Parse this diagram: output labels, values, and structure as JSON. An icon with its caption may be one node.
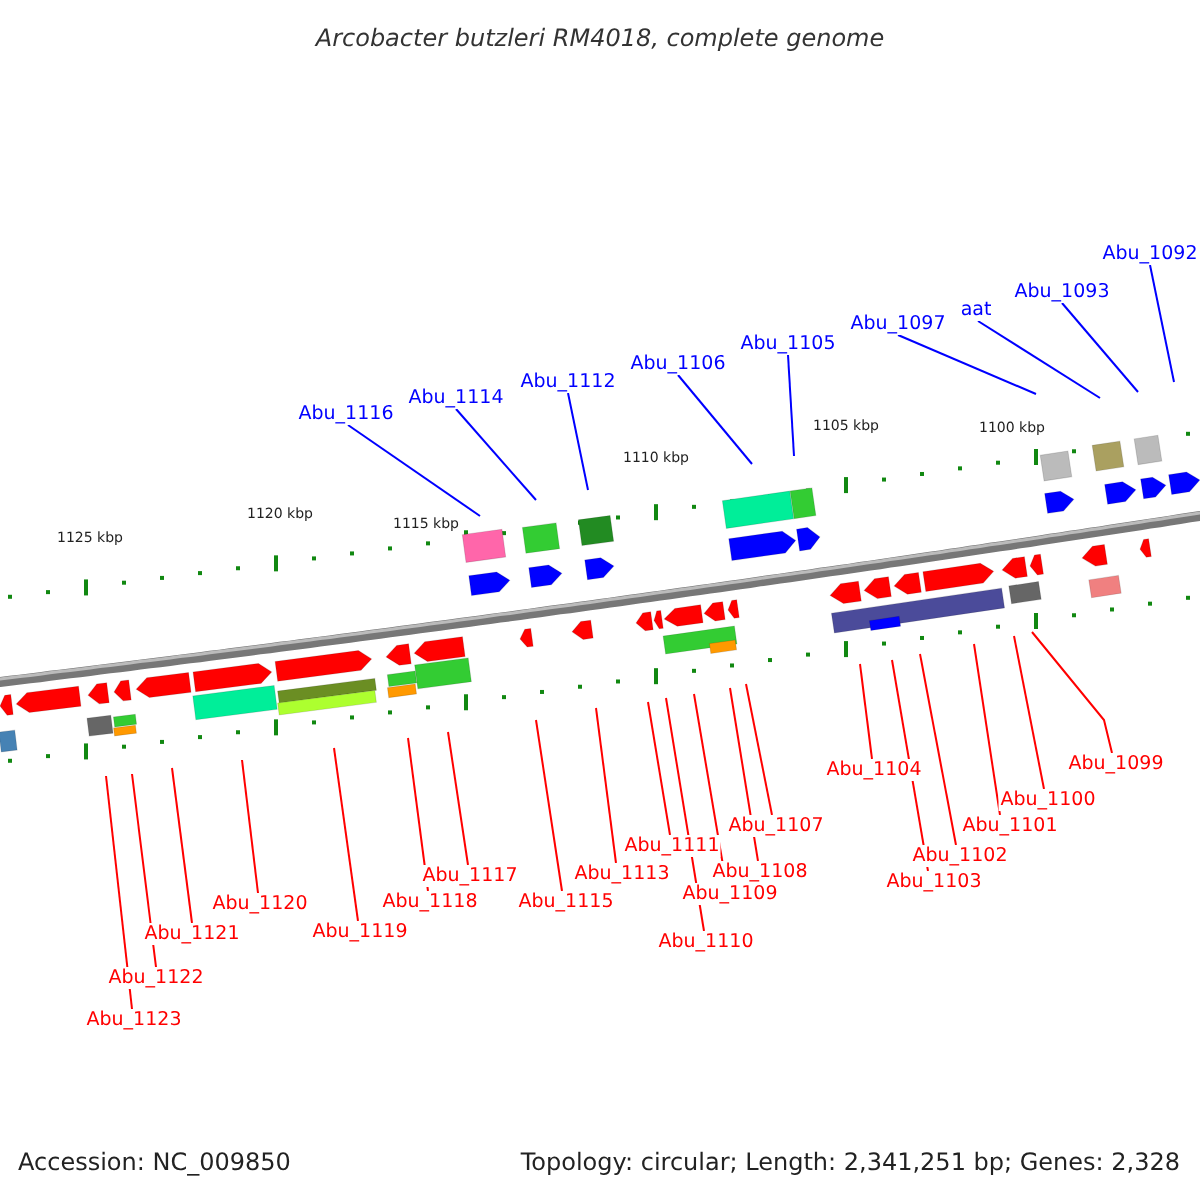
{
  "diagram": {
    "title": "Arcobacter butzleri RM4018, complete genome",
    "nodes": [
      {
        "text": [
          "Abu_1116"
        ]
      },
      {
        "text": [
          "Abu_1114"
        ]
      },
      {
        "text": [
          "Abu_1112"
        ]
      },
      {
        "text": [
          "Abu_1106"
        ]
      },
      {
        "text": [
          "Abu_1105"
        ]
      },
      {
        "text": [
          "Abu_1097"
        ]
      },
      {
        "text": [
          "aat"
        ]
      },
      {
        "text": [
          "Abu_1093"
        ]
      },
      {
        "text": [
          "Abu_1092"
        ]
      },
      {
        "text": [
          "Abu_1123"
        ]
      },
      {
        "text": [
          "Abu_1122"
        ]
      },
      {
        "text": [
          "Abu_1121"
        ]
      },
      {
        "text": [
          "Abu_1120"
        ]
      },
      {
        "text": [
          "Abu_1119"
        ]
      },
      {
        "text": [
          "Abu_1118"
        ]
      },
      {
        "text": [
          "Abu_1117"
        ]
      },
      {
        "text": [
          "Abu_1115"
        ]
      },
      {
        "text": [
          "Abu_1113"
        ]
      },
      {
        "text": [
          "Abu_1111"
        ]
      },
      {
        "text": [
          "Abu_1110"
        ]
      },
      {
        "text": [
          "Abu_1109"
        ]
      },
      {
        "text": [
          "Abu_1108"
        ]
      },
      {
        "text": [
          "Abu_1107"
        ]
      },
      {
        "text": [
          "Abu_1104"
        ]
      },
      {
        "text": [
          "Abu_1103"
        ]
      },
      {
        "text": [
          "Abu_1102"
        ]
      },
      {
        "text": [
          "Abu_1101"
        ]
      },
      {
        "text": [
          "Abu_1100"
        ]
      },
      {
        "text": [
          "Abu_1099"
        ]
      }
    ],
    "edges": [
      {
        "from": 0,
        "to": null,
        "arrow": "none",
        "color": "#0000ff"
      },
      {
        "from": 1,
        "to": null,
        "arrow": "none",
        "color": "#0000ff"
      },
      {
        "from": 2,
        "to": null,
        "arrow": "none",
        "color": "#0000ff"
      },
      {
        "from": 3,
        "to": null,
        "arrow": "none",
        "color": "#0000ff"
      },
      {
        "from": 4,
        "to": null,
        "arrow": "none",
        "color": "#0000ff"
      },
      {
        "from": 5,
        "to": null,
        "arrow": "none",
        "color": "#0000ff"
      },
      {
        "from": 6,
        "to": null,
        "arrow": "none",
        "color": "#0000ff"
      },
      {
        "from": 7,
        "to": null,
        "arrow": "none",
        "color": "#0000ff"
      },
      {
        "from": 8,
        "to": null,
        "arrow": "none",
        "color": "#0000ff"
      },
      {
        "from": 9,
        "to": null,
        "arrow": "none"
      },
      {
        "from": 10,
        "to": null,
        "arrow": "none"
      },
      {
        "from": 11,
        "to": null,
        "arrow": "none"
      },
      {
        "from": 12,
        "to": null,
        "arrow": "none"
      },
      {
        "from": 13,
        "to": null,
        "arrow": "none"
      },
      {
        "from": 14,
        "to": null,
        "arrow": "none"
      },
      {
        "from": 15,
        "to": null,
        "arrow": "none"
      },
      {
        "from": 16,
        "to": null,
        "arrow": "none"
      },
      {
        "from": 17,
        "to": null,
        "arrow": "none"
      },
      {
        "from": 18,
        "to": null,
        "arrow": "none"
      },
      {
        "from": 19,
        "to": null,
        "arrow": "none"
      },
      {
        "from": 20,
        "to": null,
        "arrow": "none"
      },
      {
        "from": 21,
        "to": null,
        "arrow": "none"
      },
      {
        "from": 22,
        "to": null,
        "arrow": "none"
      },
      {
        "from": 23,
        "to": null,
        "arrow": "none"
      },
      {
        "from": 24,
        "to": null,
        "arrow": "none"
      },
      {
        "from": 25,
        "to": null,
        "arrow": "none"
      },
      {
        "from": 26,
        "to": null,
        "arrow": "none"
      },
      {
        "from": 27,
        "to": null,
        "arrow": "none"
      },
      {
        "from": 28,
        "to": null,
        "arrow": "none"
      }
    ],
    "labels": [
      "1125 kbp",
      "1120 kbp",
      "1115 kbp",
      "1110 kbp",
      "1105 kbp",
      "1100 kbp",
      "Accession: NC_009850",
      "Topology: circular; Length: 2,341,251 bp; Genes: 2,328"
    ]
  }
}
